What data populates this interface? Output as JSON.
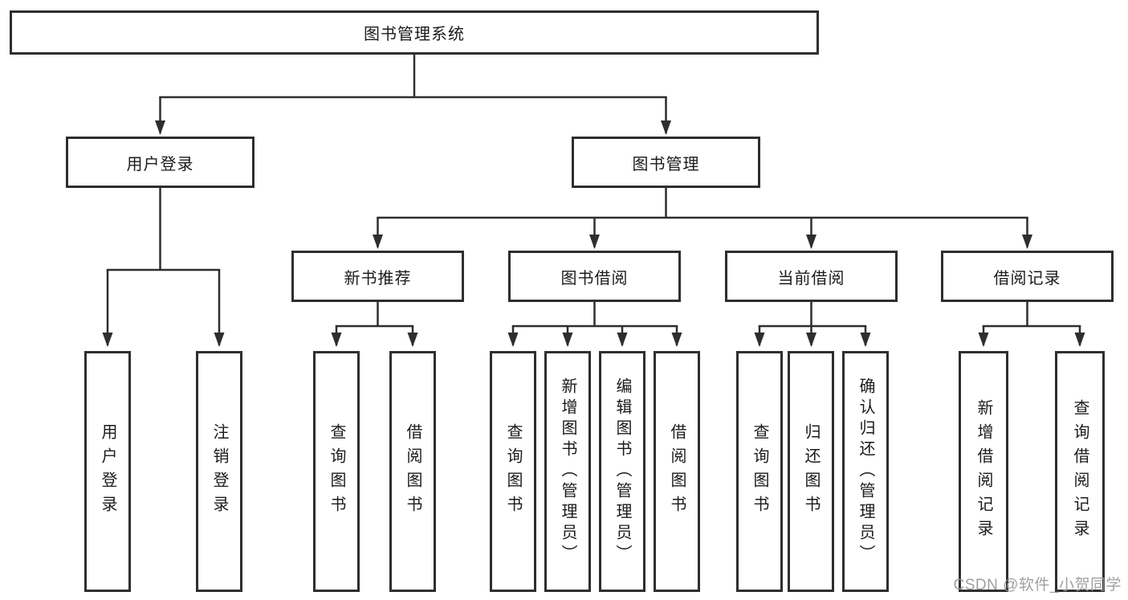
{
  "diagram": {
    "root": {
      "label": "图书管理系统"
    },
    "level2": {
      "user_login": {
        "label": "用户登录"
      },
      "book_management": {
        "label": "图书管理"
      }
    },
    "level3": {
      "new_book_recommend": {
        "label": "新书推荐"
      },
      "book_borrow": {
        "label": "图书借阅"
      },
      "current_borrow": {
        "label": "当前借阅"
      },
      "borrow_records": {
        "label": "借阅记录"
      }
    },
    "leaves": {
      "user_login": [
        "用户登录",
        "注销登录"
      ],
      "new_book_recommend": [
        "查询图书",
        "借阅图书"
      ],
      "book_borrow": [
        "查询图书",
        "新增图书（管理员）",
        "编辑图书（管理员）",
        "借阅图书"
      ],
      "current_borrow": [
        "查询图书",
        "归还图书",
        "确认归还（管理员）"
      ],
      "borrow_records": [
        "新增借阅记录",
        "查询借阅记录"
      ]
    }
  },
  "watermark": "CSDN @软件_小贺同学",
  "colors": {
    "line": "#2e2e2e",
    "text": "#1b1b1b",
    "watermark": "#989898",
    "background": "#ffffff"
  }
}
